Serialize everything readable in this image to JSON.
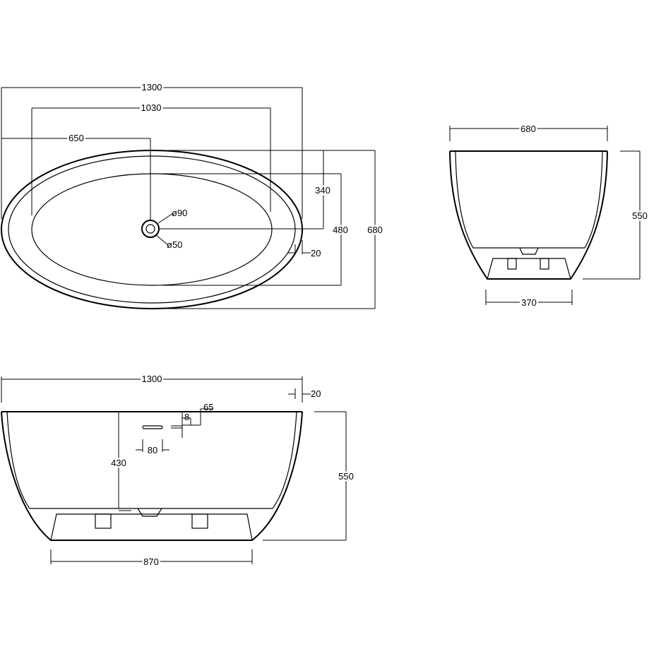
{
  "colors": {
    "line": "#000000",
    "background": "#ffffff"
  },
  "top_view": {
    "overall_length": "1300",
    "inner_length": "1030",
    "drain_offset": "650",
    "drain_to_wall": "340",
    "inner_width": "480",
    "overall_width": "680",
    "drain_outer_diameter": "ø90",
    "drain_inner_diameter": "ø50",
    "rim_thickness": "20"
  },
  "end_view": {
    "top_width": "680",
    "height": "550",
    "base_width": "370"
  },
  "side_view": {
    "overall_length": "1300",
    "rim_thickness": "20",
    "overflow_height": "430",
    "overall_height": "550",
    "base_length": "870",
    "overflow_slot_width": "80",
    "overflow_offset": "65",
    "overflow_thickness": "8"
  }
}
